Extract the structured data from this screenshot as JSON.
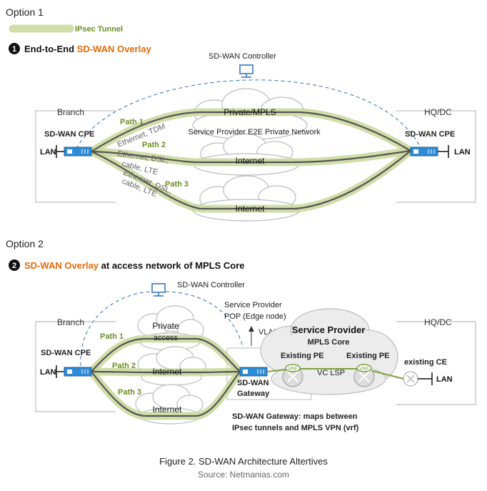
{
  "legend": {
    "tunnel_label": "IPsec Tunnel"
  },
  "option1": {
    "label": "Option 1",
    "number": "1",
    "title_black": "End-to-End ",
    "title_orange": "SD-WAN Overlay",
    "controller": "SD-WAN Controller",
    "branch": "Branch",
    "hq": "HQ/DC",
    "cpe_left": "SD-WAN CPE",
    "cpe_right": "SD-WAN CPE",
    "lan_left": "LAN",
    "lan_right": "LAN",
    "clouds": [
      "Private/MPLS",
      "Internet",
      "Internet"
    ],
    "private_network_label": "Service Provider E2E Private Network",
    "paths": [
      "Path 1",
      "Path 2",
      "Path 3"
    ],
    "access_labels": [
      "Ethernet, TDM",
      "Ethernet, DSL,",
      "cable,  LTE",
      "Ethernet, DSL,",
      "cable,  LTE"
    ]
  },
  "option2": {
    "label": "Option 2",
    "number": "2",
    "title_orange": "SD-WAN Overlay",
    "title_black": " at access network of MPLS Core",
    "controller": "SD-WAN Controller",
    "branch": "Branch",
    "hq": "HQ/DC",
    "cpe": "SD-WAN CPE",
    "lan_left": "LAN",
    "lan_right": "LAN",
    "clouds": [
      "Private",
      "access",
      "Internet",
      "Internet"
    ],
    "paths": [
      "Path 1",
      "Path 2",
      "Path 3"
    ],
    "pop_line1": "Service Provider",
    "pop_line2": "POP (Edge node)",
    "vlan": "VLAN ID",
    "core_line1": "Service Provider",
    "core_line2": "MPLS Core",
    "pe_left": "Existing PE",
    "pe_right": "Existing PE",
    "vrf": "VRF",
    "vc_lsp": "VC LSP",
    "ce": "existing CE",
    "gateway_line1": "SD-WAN",
    "gateway_line2": "Gateway",
    "note_line1": "SD-WAN Gateway: maps between",
    "note_line2": "IPsec tunnels and MPLS VPN (vrf)"
  },
  "caption": {
    "figure": "Figure 2. SD-WAN Architecture Altertives",
    "source": "Source: Netmanias.com"
  },
  "colors": {
    "orange": "#e36c0a",
    "blue": "#2e6fb5",
    "green_text": "#6b8e23",
    "tunnel_glow": "#c9d89b",
    "wire": "#555555",
    "cloud_stroke": "#bdbdbd",
    "core_fill": "#ececec"
  }
}
